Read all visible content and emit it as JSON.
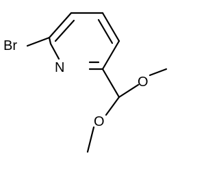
{
  "molecule": {
    "atoms": {
      "bromine": "Br",
      "nitrogen": "N",
      "oxygen_upper": "O",
      "oxygen_lower": "O"
    },
    "colors": {
      "bond": "#000000",
      "label": "#000000",
      "background": "#ffffff"
    }
  }
}
